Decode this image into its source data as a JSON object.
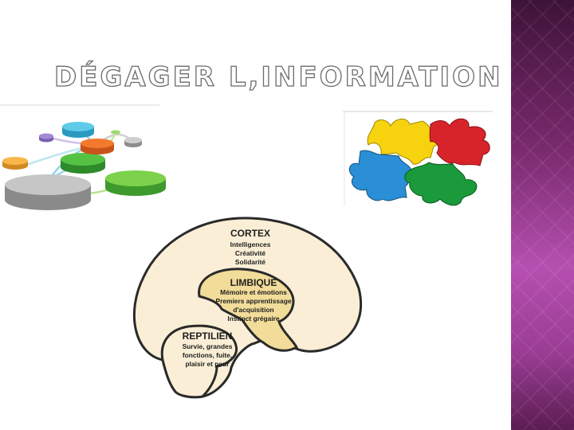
{
  "slide": {
    "title": "DÉGAGER L,INFORMATION",
    "accent_colors": {
      "band": "#9a3c94",
      "title_outline": "#6b6b6b"
    }
  },
  "network_image": {
    "icon": "network-nodes-icon",
    "colors": [
      "#4fc3e0",
      "#f26c22",
      "#4cb848",
      "#8bd34c",
      "#f4b04a",
      "#9a9a9a",
      "#9b7fc6"
    ]
  },
  "puzzle_image": {
    "icon": "puzzle-pieces-icon",
    "colors": {
      "yellow": "#f6d20f",
      "red": "#d7242a",
      "blue": "#2a8fd6",
      "green": "#1a9a3a"
    }
  },
  "brain_diagram": {
    "cortex": {
      "label": "CORTEX",
      "items": [
        "Intelligences",
        "Créativité",
        "Solidarité"
      ]
    },
    "limbique": {
      "label": "LIMBIQUE",
      "items": [
        "Mémoire et émotions",
        "Premiers apprentissage",
        "d'acquisition",
        "Instinct grégaire"
      ]
    },
    "reptilien": {
      "label": "REPTILIEN",
      "items": [
        "Survie, grandes",
        "fonctions, fuite,",
        "plaisir et peur"
      ]
    },
    "colors": {
      "cortex": "#faefd6",
      "limbique": "#f2dc9a",
      "outline": "#2a2a2a"
    }
  }
}
